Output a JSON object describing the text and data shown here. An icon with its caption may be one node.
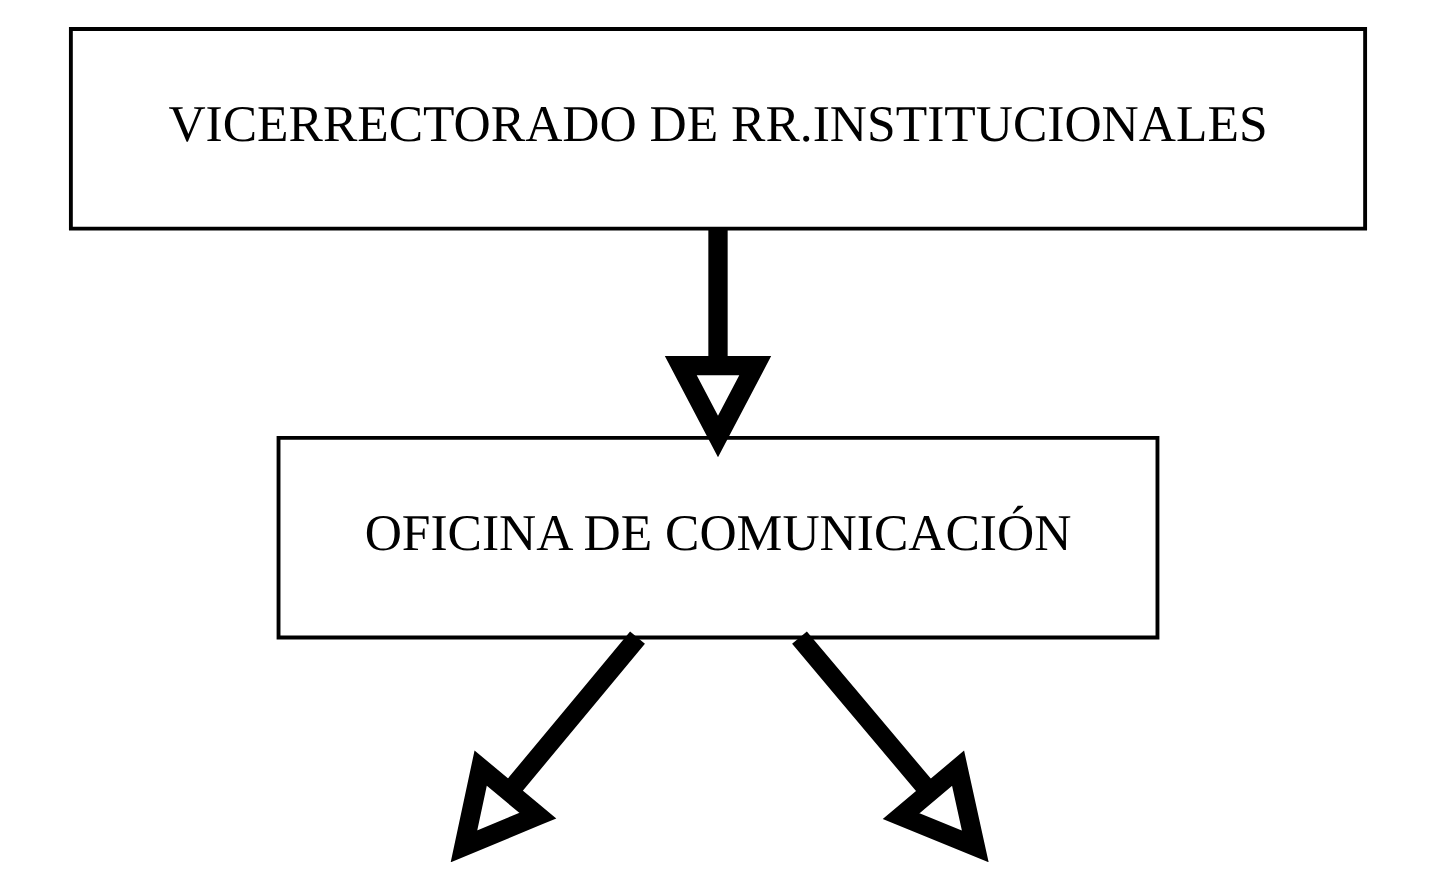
{
  "diagram": {
    "nodes": [
      {
        "text": [
          "VICERRECTORADO DE RR.INSTITUCIONALES"
        ]
      },
      {
        "text": [
          "OFICINA DE COMUNICACIÓN"
        ]
      }
    ],
    "edges": [
      {
        "from": 0,
        "to": 1,
        "arrow": "to"
      },
      {
        "from": 1,
        "to": null,
        "arrow": "to"
      },
      {
        "from": 1,
        "to": null,
        "arrow": "to"
      }
    ]
  }
}
